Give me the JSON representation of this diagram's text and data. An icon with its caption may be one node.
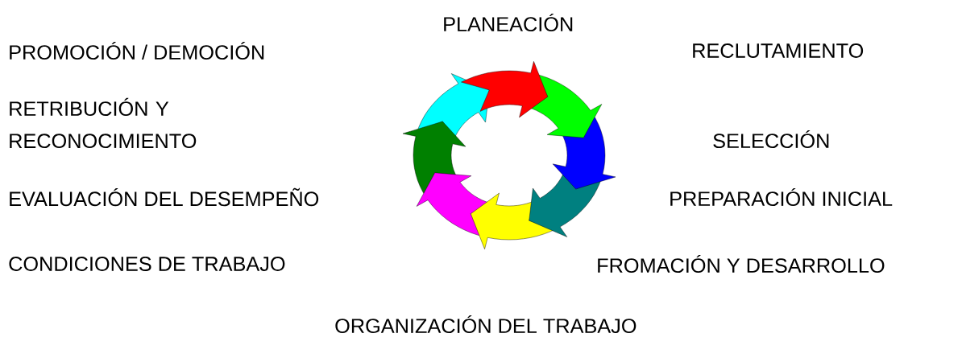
{
  "diagram": {
    "labels": [
      "PLANEACIÓN",
      "PROMOCIÓN / DEMOCIÓN",
      "RECLUTAMIENTO",
      "RETRIBUCIÓN Y RECONOCIMIENTO",
      "SELECCIÓN",
      "EVALUACIÓN DEL DESEMPEÑO",
      "PREPARACIÓN INICIAL",
      "CONDICIONES DE TRABAJO",
      "FROMACIÓN Y DESARROLLO",
      "ORGANIZACIÓN DEL TRABAJO"
    ]
  }
}
